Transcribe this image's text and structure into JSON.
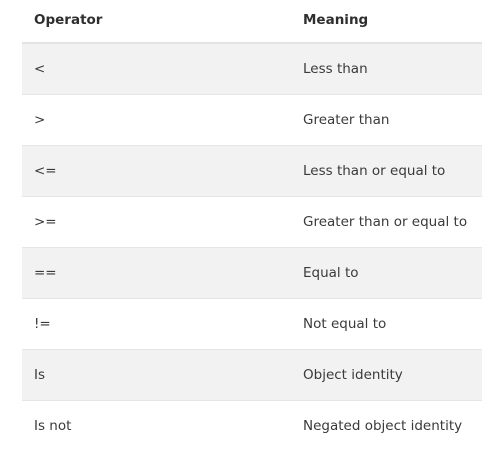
{
  "table": {
    "headers": {
      "operator": "Operator",
      "meaning": "Meaning"
    },
    "rows": [
      {
        "operator": "<",
        "meaning": "Less than",
        "shaded": true
      },
      {
        "operator": ">",
        "meaning": "Greater than",
        "shaded": false
      },
      {
        "operator": "<=",
        "meaning": "Less than or equal to",
        "shaded": true
      },
      {
        "operator": ">=",
        "meaning": "Greater than or equal to",
        "shaded": false
      },
      {
        "operator": "==",
        "meaning": "Equal to",
        "shaded": true
      },
      {
        "operator": "!=",
        "meaning": "Not equal to",
        "shaded": false
      },
      {
        "operator": "Is",
        "meaning": "Object identity",
        "shaded": true
      },
      {
        "operator": "Is not",
        "meaning": "Negated object identity",
        "shaded": false
      }
    ]
  }
}
